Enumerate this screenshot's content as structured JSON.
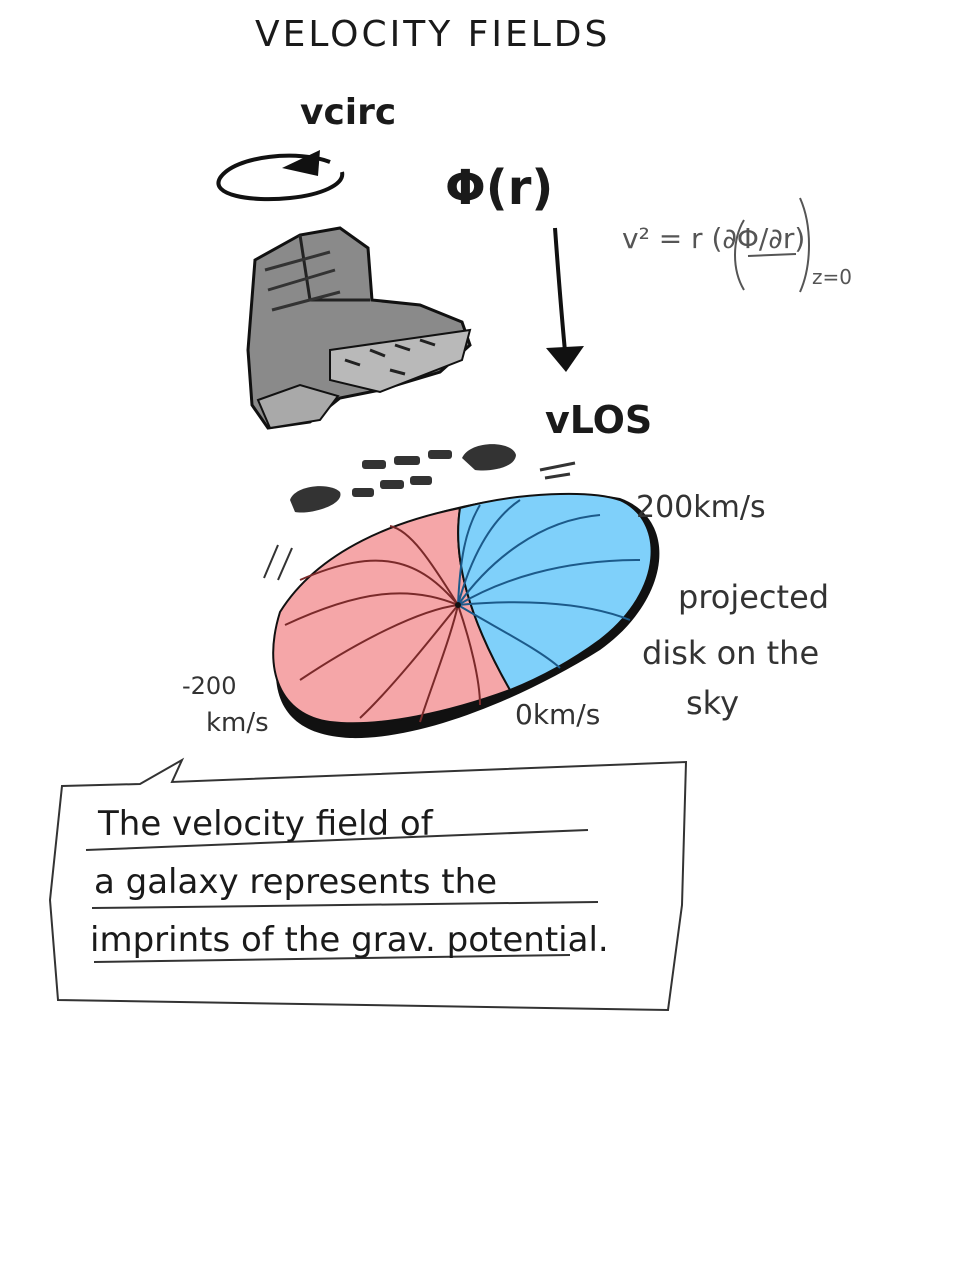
{
  "title": "VELOCITY FIELDS",
  "labels": {
    "vcirc": "vcirc",
    "phi": "Φ(r)",
    "vlos": "vLOS",
    "formula": "v² = r (∂Φ/∂r)",
    "formula_sub": "z=0",
    "positive_velocity": "200km/s",
    "negative_velocity_value": "-200",
    "negative_velocity_unit": "km/s",
    "zero_velocity": "0km/s",
    "projected_disk": [
      "projected",
      "disk on the",
      "sky"
    ]
  },
  "speech_bubble": {
    "lines": [
      "The velocity field of",
      "a galaxy represents the",
      "imprints of the grav. potential."
    ]
  },
  "colors": {
    "receding": "#7fd0fa",
    "approaching": "#f5a6a8",
    "disk_edge": "#111111",
    "contour_blue": "#1c5a8a",
    "contour_red": "#7a2a2a"
  },
  "icons": [
    "rotation-arrow-icon",
    "boot-icon",
    "footprint-icon",
    "down-arrow-icon"
  ]
}
